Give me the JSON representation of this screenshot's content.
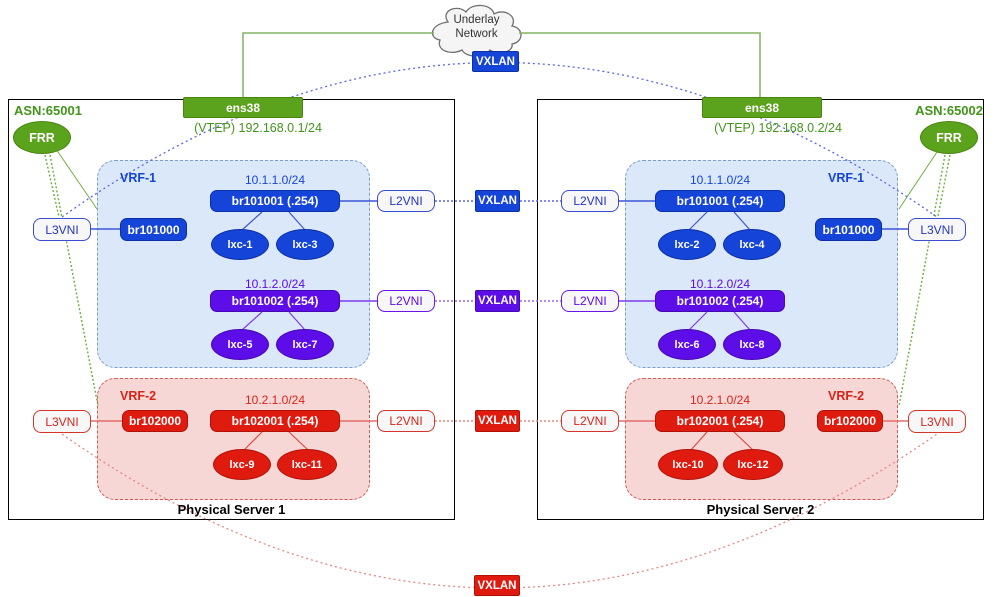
{
  "cloud": {
    "line1": "Underlay",
    "line2": "Network"
  },
  "labels": {
    "vxlan": "VXLAN",
    "l2vni": "L2VNI",
    "l3vni": "L3VNI"
  },
  "colors": {
    "blue": "#1544d8",
    "purple": "#5c0de8",
    "red": "#df1b10",
    "green": "#5ba21d",
    "vrf1_fill": "#dbe8fa",
    "vrf2_fill": "#f7d7d5"
  },
  "servers": [
    {
      "title": "Physical Server 1",
      "asn": "ASN:65001",
      "router": "FRR",
      "nic": "ens38",
      "vtep": "(VTEP) 192.168.0.1/24",
      "vrfs": [
        {
          "label": "VRF-1",
          "l3_bridge": "br101000",
          "networks": [
            {
              "subnet": "10.1.1.0/24",
              "bridge": "br101001 (.254)",
              "containers": [
                "lxc-1",
                "lxc-3"
              ]
            },
            {
              "subnet": "10.1.2.0/24",
              "bridge": "br101002 (.254)",
              "containers": [
                "lxc-5",
                "lxc-7"
              ]
            }
          ]
        },
        {
          "label": "VRF-2",
          "l3_bridge": "br102000",
          "networks": [
            {
              "subnet": "10.2.1.0/24",
              "bridge": "br102001 (.254)",
              "containers": [
                "lxc-9",
                "lxc-11"
              ]
            }
          ]
        }
      ]
    },
    {
      "title": "Physical Server 2",
      "asn": "ASN:65002",
      "router": "FRR",
      "nic": "ens38",
      "vtep": "(VTEP) 192.168.0.2/24",
      "vrfs": [
        {
          "label": "VRF-1",
          "l3_bridge": "br101000",
          "networks": [
            {
              "subnet": "10.1.1.0/24",
              "bridge": "br101001 (.254)",
              "containers": [
                "lxc-2",
                "lxc-4"
              ]
            },
            {
              "subnet": "10.1.2.0/24",
              "bridge": "br101002 (.254)",
              "containers": [
                "lxc-6",
                "lxc-8"
              ]
            }
          ]
        },
        {
          "label": "VRF-2",
          "l3_bridge": "br102000",
          "networks": [
            {
              "subnet": "10.2.1.0/24",
              "bridge": "br102001 (.254)",
              "containers": [
                "lxc-10",
                "lxc-12"
              ]
            }
          ]
        }
      ]
    }
  ]
}
